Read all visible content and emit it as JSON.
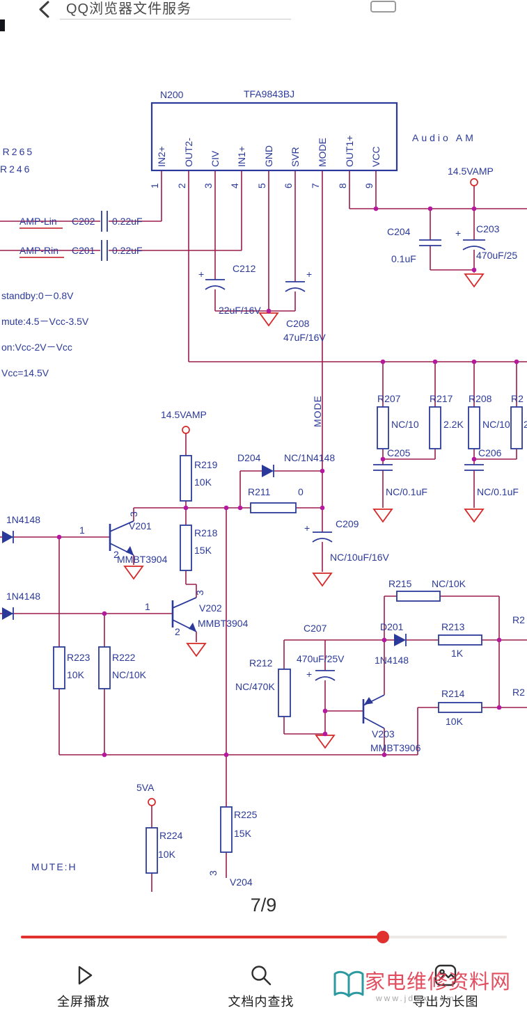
{
  "header": {
    "title": "QQ浏览器文件服务"
  },
  "colors": {
    "wire": "#9b1c4c",
    "component": "#2b3a9a",
    "junction": "#b5179e",
    "symbol_red": "#d62828",
    "net_text_red": "#c1121f",
    "note_teal": "#0f7a90",
    "slider": "#e0312e",
    "watermark_text": "#e03e52",
    "watermark_icon": "#2b9aa0"
  },
  "schematic": {
    "ic": {
      "ref": "N200",
      "part": "TFA9843BJ",
      "pins": [
        "IN2+",
        "OUT2-",
        "CIV",
        "IN1+",
        "GND",
        "SVR",
        "MODE",
        "OUT1+",
        "VCC"
      ],
      "pin_numbers": [
        "1",
        "2",
        "3",
        "4",
        "5",
        "6",
        "7",
        "8",
        "9"
      ]
    },
    "labels": {
      "audio_amp": "Audio AM",
      "vamp_top": "14.5VAMP",
      "vamp_mid": "14.5VAMP",
      "corner1": "5,R265",
      "corner2": "R246",
      "amp_lin": "AMP-Lin",
      "amp_rin": "AMP-Rin",
      "c202": "C202",
      "c202_val": "0.22uF",
      "c201": "C201",
      "c201_val": "0.22uF",
      "standby": "standby:0－0.8V",
      "mute": "mute:4.5－Vcc-3.5V",
      "on_state": "on:Vcc-2V－Vcc",
      "vcc_eq": "Vcc=14.5V",
      "plus": "+",
      "c212": "C212",
      "c212_val": "22uF/16V",
      "c208": "C208",
      "c208_val": "47uF/16V",
      "c204": "C204",
      "c204_val": "0.1uF",
      "c203": "C203",
      "c203_val": "470uF/25",
      "mode_net": "MODE",
      "r207": "R207",
      "r207_val": "NC/10",
      "r217": "R217",
      "r217_val": "2.2K",
      "r208": "R208",
      "r208_val": "NC/10",
      "r2_top": "R2",
      "r2_top_val": "2",
      "c205": "C205",
      "c205_val": "NC/0.1uF",
      "c206": "C206",
      "c206_val": "NC/0.1uF",
      "r219": "R219",
      "r219_val": "10K",
      "d204": "D204",
      "d204_val": "NC/1N4148",
      "r211": "R211",
      "r211_val": "0",
      "diode1": "1N4148",
      "diode2": "1N4148",
      "v201": "V201",
      "v201_part": "MMBT3904",
      "v201_p1": "1",
      "v201_p2": "2",
      "v201_p3": "3",
      "v202": "V202",
      "v202_part": "MMBT3904",
      "v202_p1": "1",
      "v202_p2": "2",
      "v202_p3": "3",
      "r218": "R218",
      "r218_val": "15K",
      "c209": "C209",
      "c209_val": "NC/10uF/16V",
      "r215": "R215",
      "r215_val": "NC/10K",
      "r223": "R223",
      "r223_val": "10K",
      "r222": "R222",
      "r222_val": "NC/10K",
      "c207": "C207",
      "c207_val": "470uF/25V",
      "r212": "R212",
      "r212_val": "NC/470K",
      "d201": "D201",
      "d201_val": "1N4148",
      "r213": "R213",
      "r213_val": "1K",
      "r214": "R214",
      "r214_val": "10K",
      "r2_mid": "R2",
      "r2_low": "R2",
      "v203": "V203",
      "v203_part": "MMBT3906",
      "v204": "V204",
      "v204_p3": "3",
      "p5va": "5VA",
      "r225": "R225",
      "r225_val": "15K",
      "r224": "R224",
      "r224_val": "10K",
      "mute_h": "MUTE:H"
    }
  },
  "footer": {
    "page_indicator": "7/9",
    "progress_percent": 74.5,
    "toolbar": [
      {
        "label": "全屏播放"
      },
      {
        "label": "文档内查找"
      },
      {
        "label": "导出为长图"
      }
    ],
    "watermark": {
      "site": "家电维修资料网",
      "url": "www.jdwx.com"
    }
  }
}
